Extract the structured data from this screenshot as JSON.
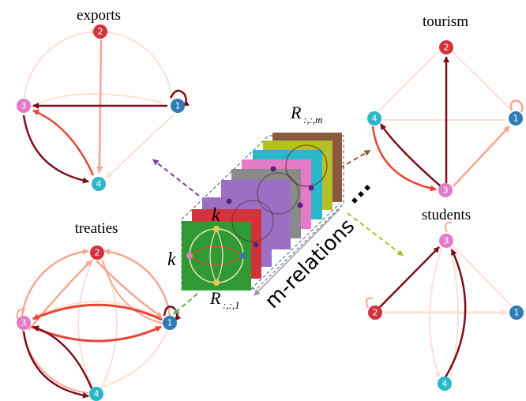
{
  "graphs": {
    "exports": {
      "title": "exports"
    },
    "tourism": {
      "title": "tourism"
    },
    "treaties": {
      "title": "treaties"
    },
    "students": {
      "title": "students"
    }
  },
  "nodes": {
    "n1": "1",
    "n2": "2",
    "n3": "3",
    "n4": "4"
  },
  "stack": {
    "label_top": "R",
    "label_top_sub": ":,:,m",
    "label_bottom": "R",
    "label_bottom_sub": ":,:,1",
    "k_top": "k",
    "k_left": "k",
    "rotated_label": "m-relations",
    "ellipsis": "..."
  },
  "colors": {
    "node1": "#2f7bb5",
    "node2": "#d1343c",
    "node3": "#e37bc8",
    "node4": "#2bb7c9",
    "edge_dark": "#7a0d1c",
    "edge_mid": "#e64532",
    "edge_light": "#f7a690",
    "edge_faint": "#fde0d6"
  }
}
